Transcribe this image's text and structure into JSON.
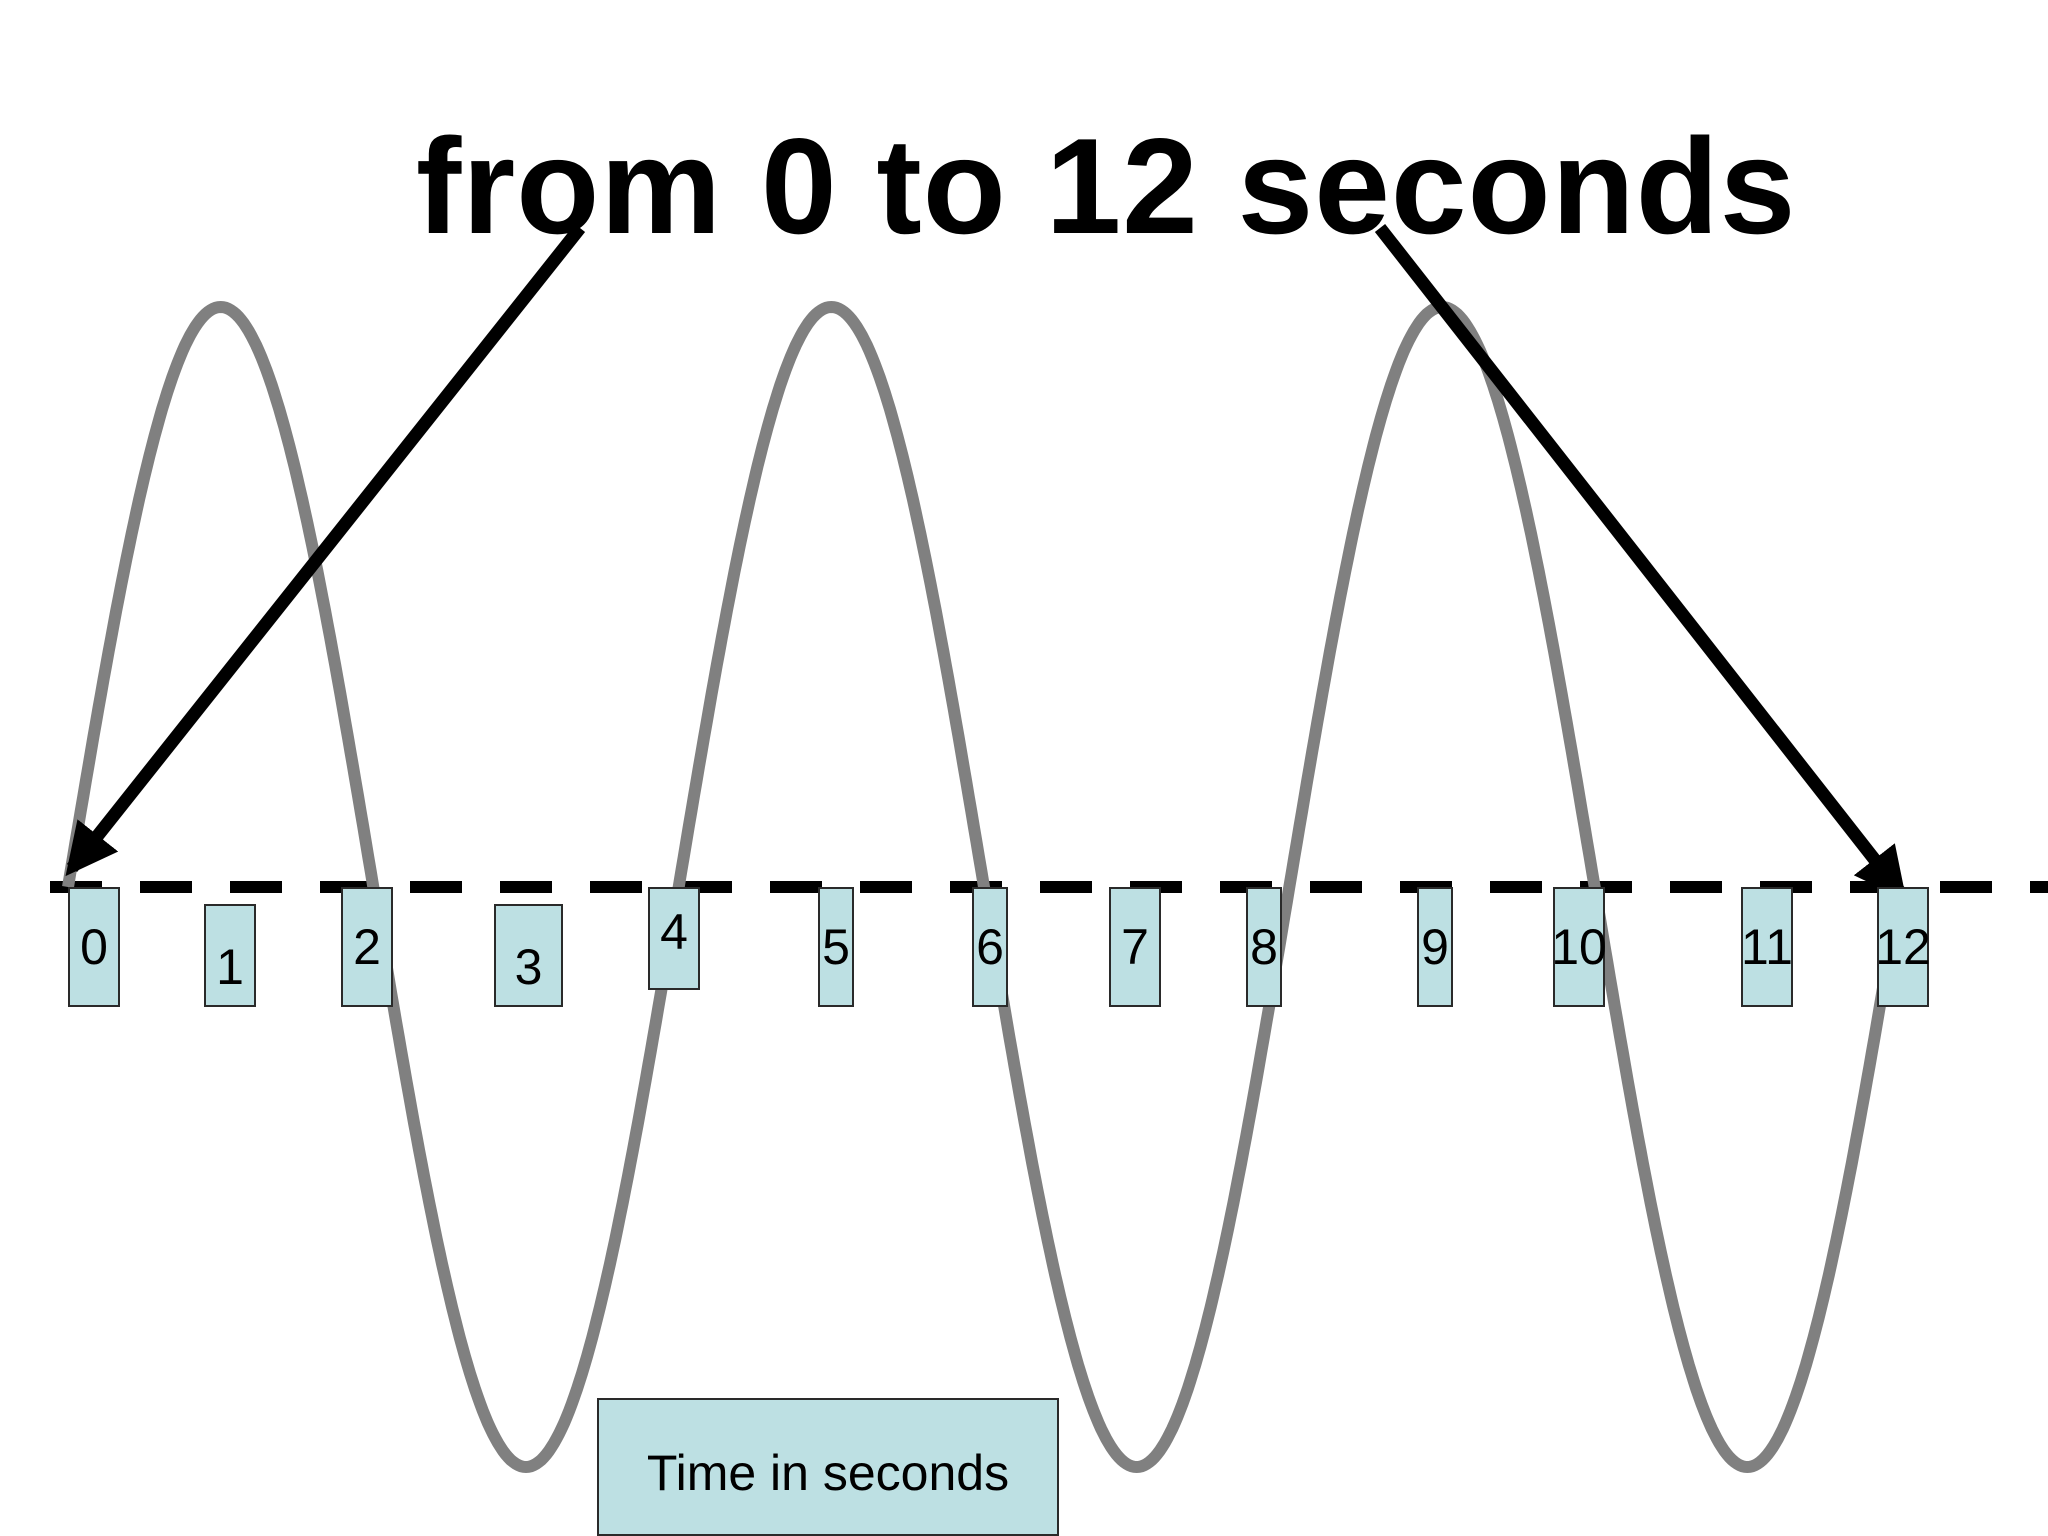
{
  "heading": "from 0 to 12 seconds",
  "time_labels": [
    "0",
    "1",
    "2",
    "3",
    "4",
    "5",
    "6",
    "7",
    "8",
    "9",
    "10",
    "11",
    "12"
  ],
  "caption": "Time in seconds",
  "colors": {
    "wave": "#808080",
    "baseline": "#000000",
    "arrow": "#000000",
    "label_fill": "#bde0e3",
    "label_border": "#2a2a2a"
  }
}
